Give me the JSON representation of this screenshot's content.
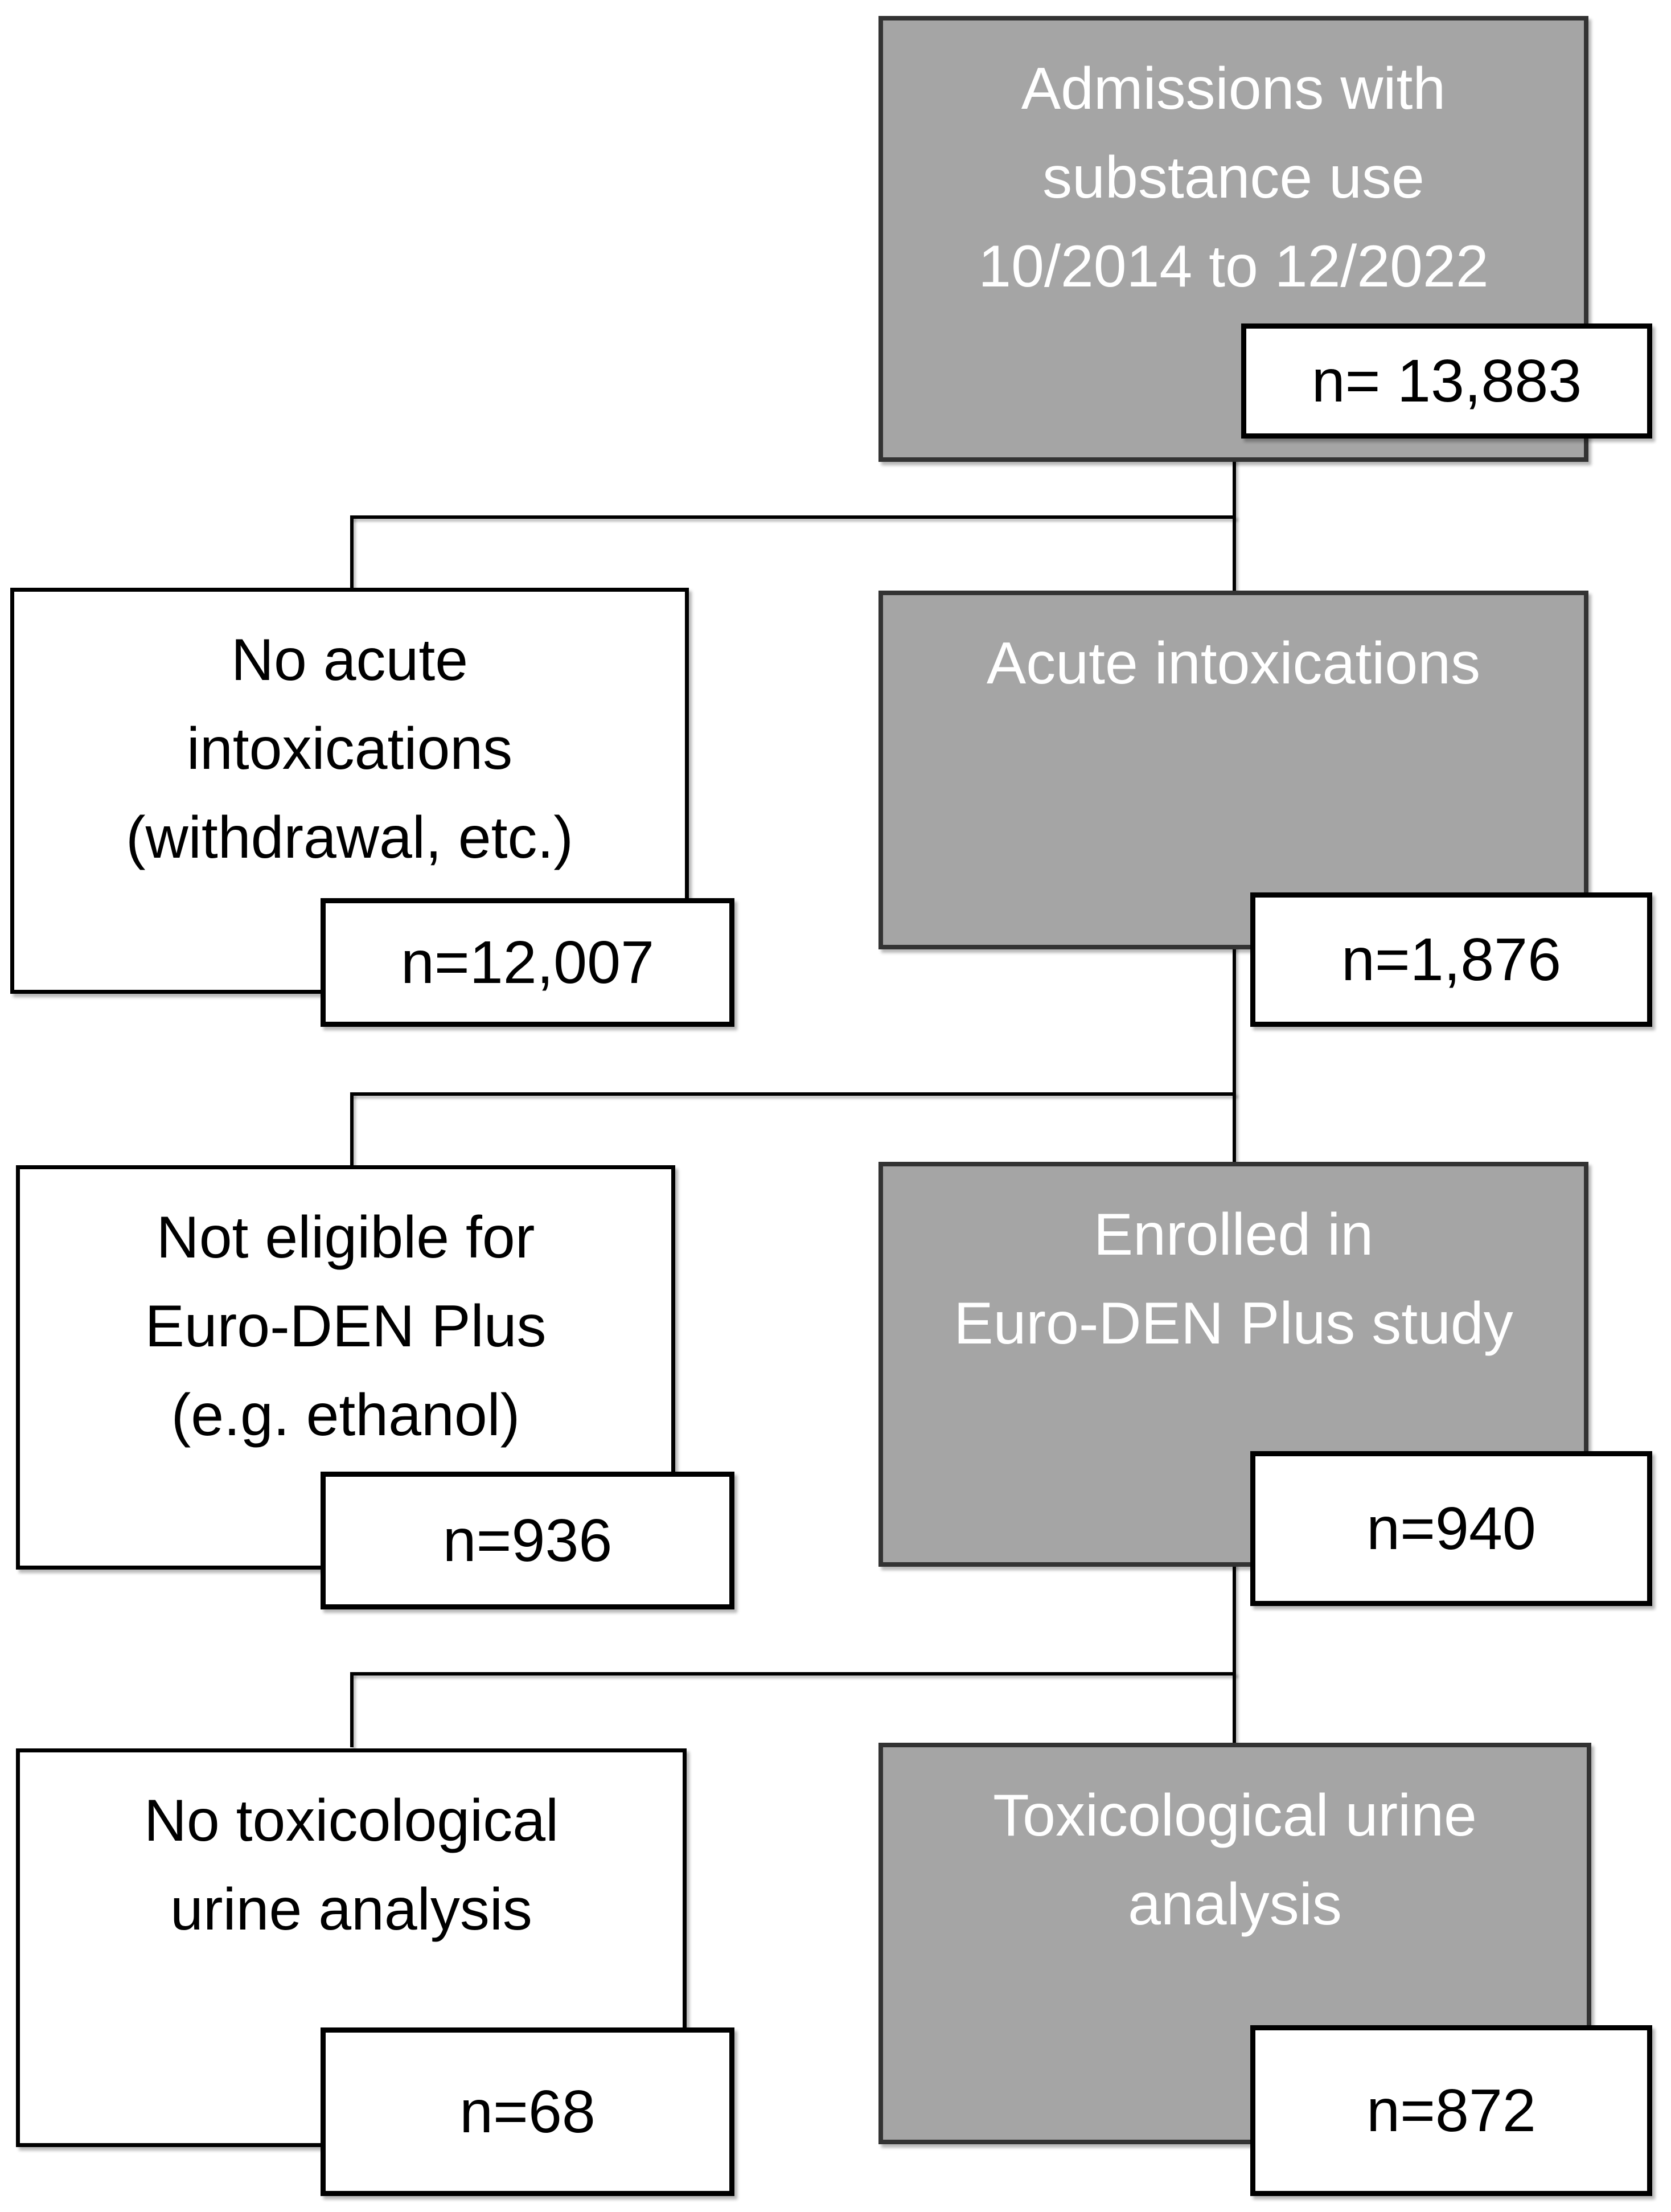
{
  "figure": {
    "type": "flow-diagram",
    "background": "#ffffff",
    "colors": {
      "gray_box_fill": "#a5a5a5",
      "gray_box_border": "#333333",
      "white_box_fill": "#ffffff",
      "white_box_border": "#000000",
      "text_on_gray": "#ffffff",
      "text_on_white": "#000000",
      "connector": "#000000"
    },
    "nodes": {
      "admissions": {
        "lines": [
          "Admissions with",
          "substance use",
          "10/2014 to 12/2022"
        ],
        "count": "n= 13,883"
      },
      "no_acute": {
        "lines": [
          "No acute",
          "intoxications",
          "(withdrawal, etc.)"
        ],
        "count": "n=12,007"
      },
      "acute": {
        "lines": [
          "Acute intoxications"
        ],
        "count": "n=1,876"
      },
      "not_eligible": {
        "lines": [
          "Not eligible for",
          "Euro-DEN Plus",
          "(e.g. ethanol)"
        ],
        "count": "n=936"
      },
      "enrolled": {
        "lines": [
          "Enrolled in",
          "Euro-DEN Plus study"
        ],
        "count": "n=940"
      },
      "no_tox": {
        "lines": [
          "No toxicological",
          "urine analysis"
        ],
        "count": "n=68"
      },
      "tox": {
        "lines": [
          "Toxicological urine",
          "analysis"
        ],
        "count": "n=872"
      }
    },
    "edges": [
      {
        "from": "admissions",
        "to": "no_acute"
      },
      {
        "from": "admissions",
        "to": "acute"
      },
      {
        "from": "acute",
        "to": "not_eligible"
      },
      {
        "from": "acute",
        "to": "enrolled"
      },
      {
        "from": "enrolled",
        "to": "no_tox"
      },
      {
        "from": "enrolled",
        "to": "tox"
      }
    ]
  }
}
